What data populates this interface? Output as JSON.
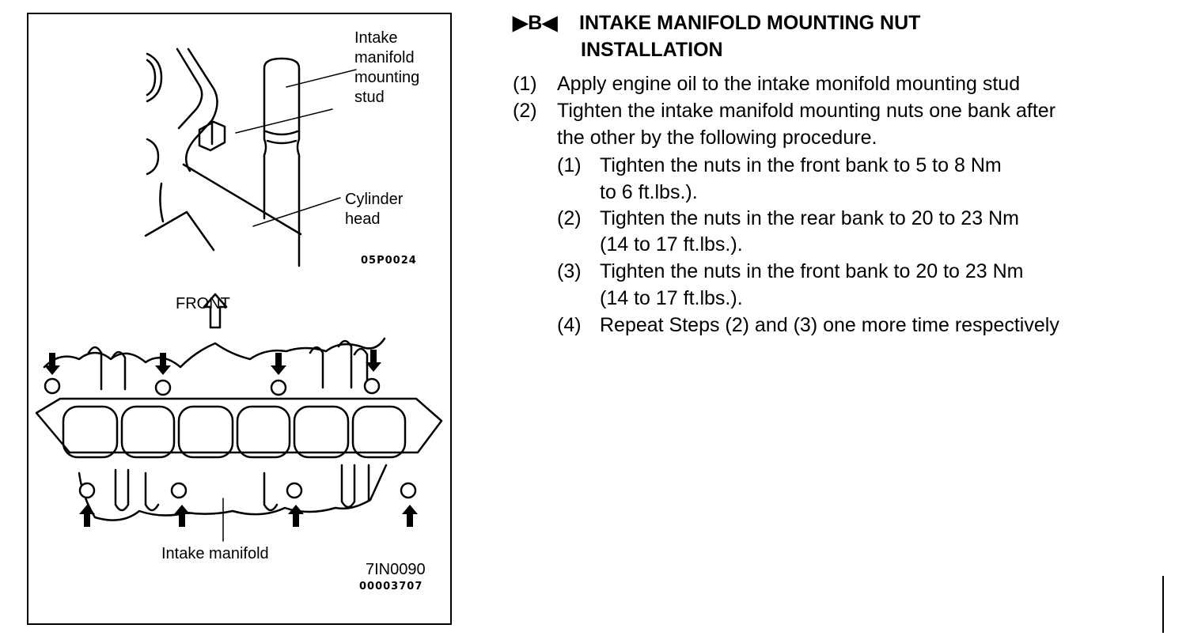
{
  "figure": {
    "top_labels": {
      "stud": [
        "Intake",
        "manifold",
        "mounting",
        "stud"
      ],
      "cylinder_head": [
        "Cylinder",
        "head"
      ],
      "code": "05P0024"
    },
    "bottom_labels": {
      "front": "FRONT",
      "manifold": "Intake manifold",
      "code1": "7IN0090",
      "code2": "00003707"
    }
  },
  "section": {
    "marker": "▶B◀",
    "title_line1": "INTAKE MANIFOLD MOUNTING NUT",
    "title_line2": "INSTALLATION"
  },
  "steps": [
    {
      "num": "(1)",
      "lines": [
        "Apply engine oil to the intake monifold mounting stud"
      ]
    },
    {
      "num": "(2)",
      "lines": [
        "Tighten the intake manifold mounting nuts one bank after",
        "the other by the following procedure."
      ]
    }
  ],
  "substeps": [
    {
      "num": "(1)",
      "lines": [
        "Tighten the nuts in the front bank to 5 to 8 Nm",
        "to 6 ft.lbs.)."
      ]
    },
    {
      "num": "(2)",
      "lines": [
        "Tighten the nuts in the rear bank to 20 to 23 Nm",
        "(14 to 17 ft.lbs.)."
      ]
    },
    {
      "num": "(3)",
      "lines": [
        "Tighten the nuts in the front bank to 20 to 23 Nm",
        "(14 to 17 ft.lbs.)."
      ]
    },
    {
      "num": "(4)",
      "lines": [
        "Repeat Steps (2) and (3) one more time respectively"
      ]
    }
  ]
}
